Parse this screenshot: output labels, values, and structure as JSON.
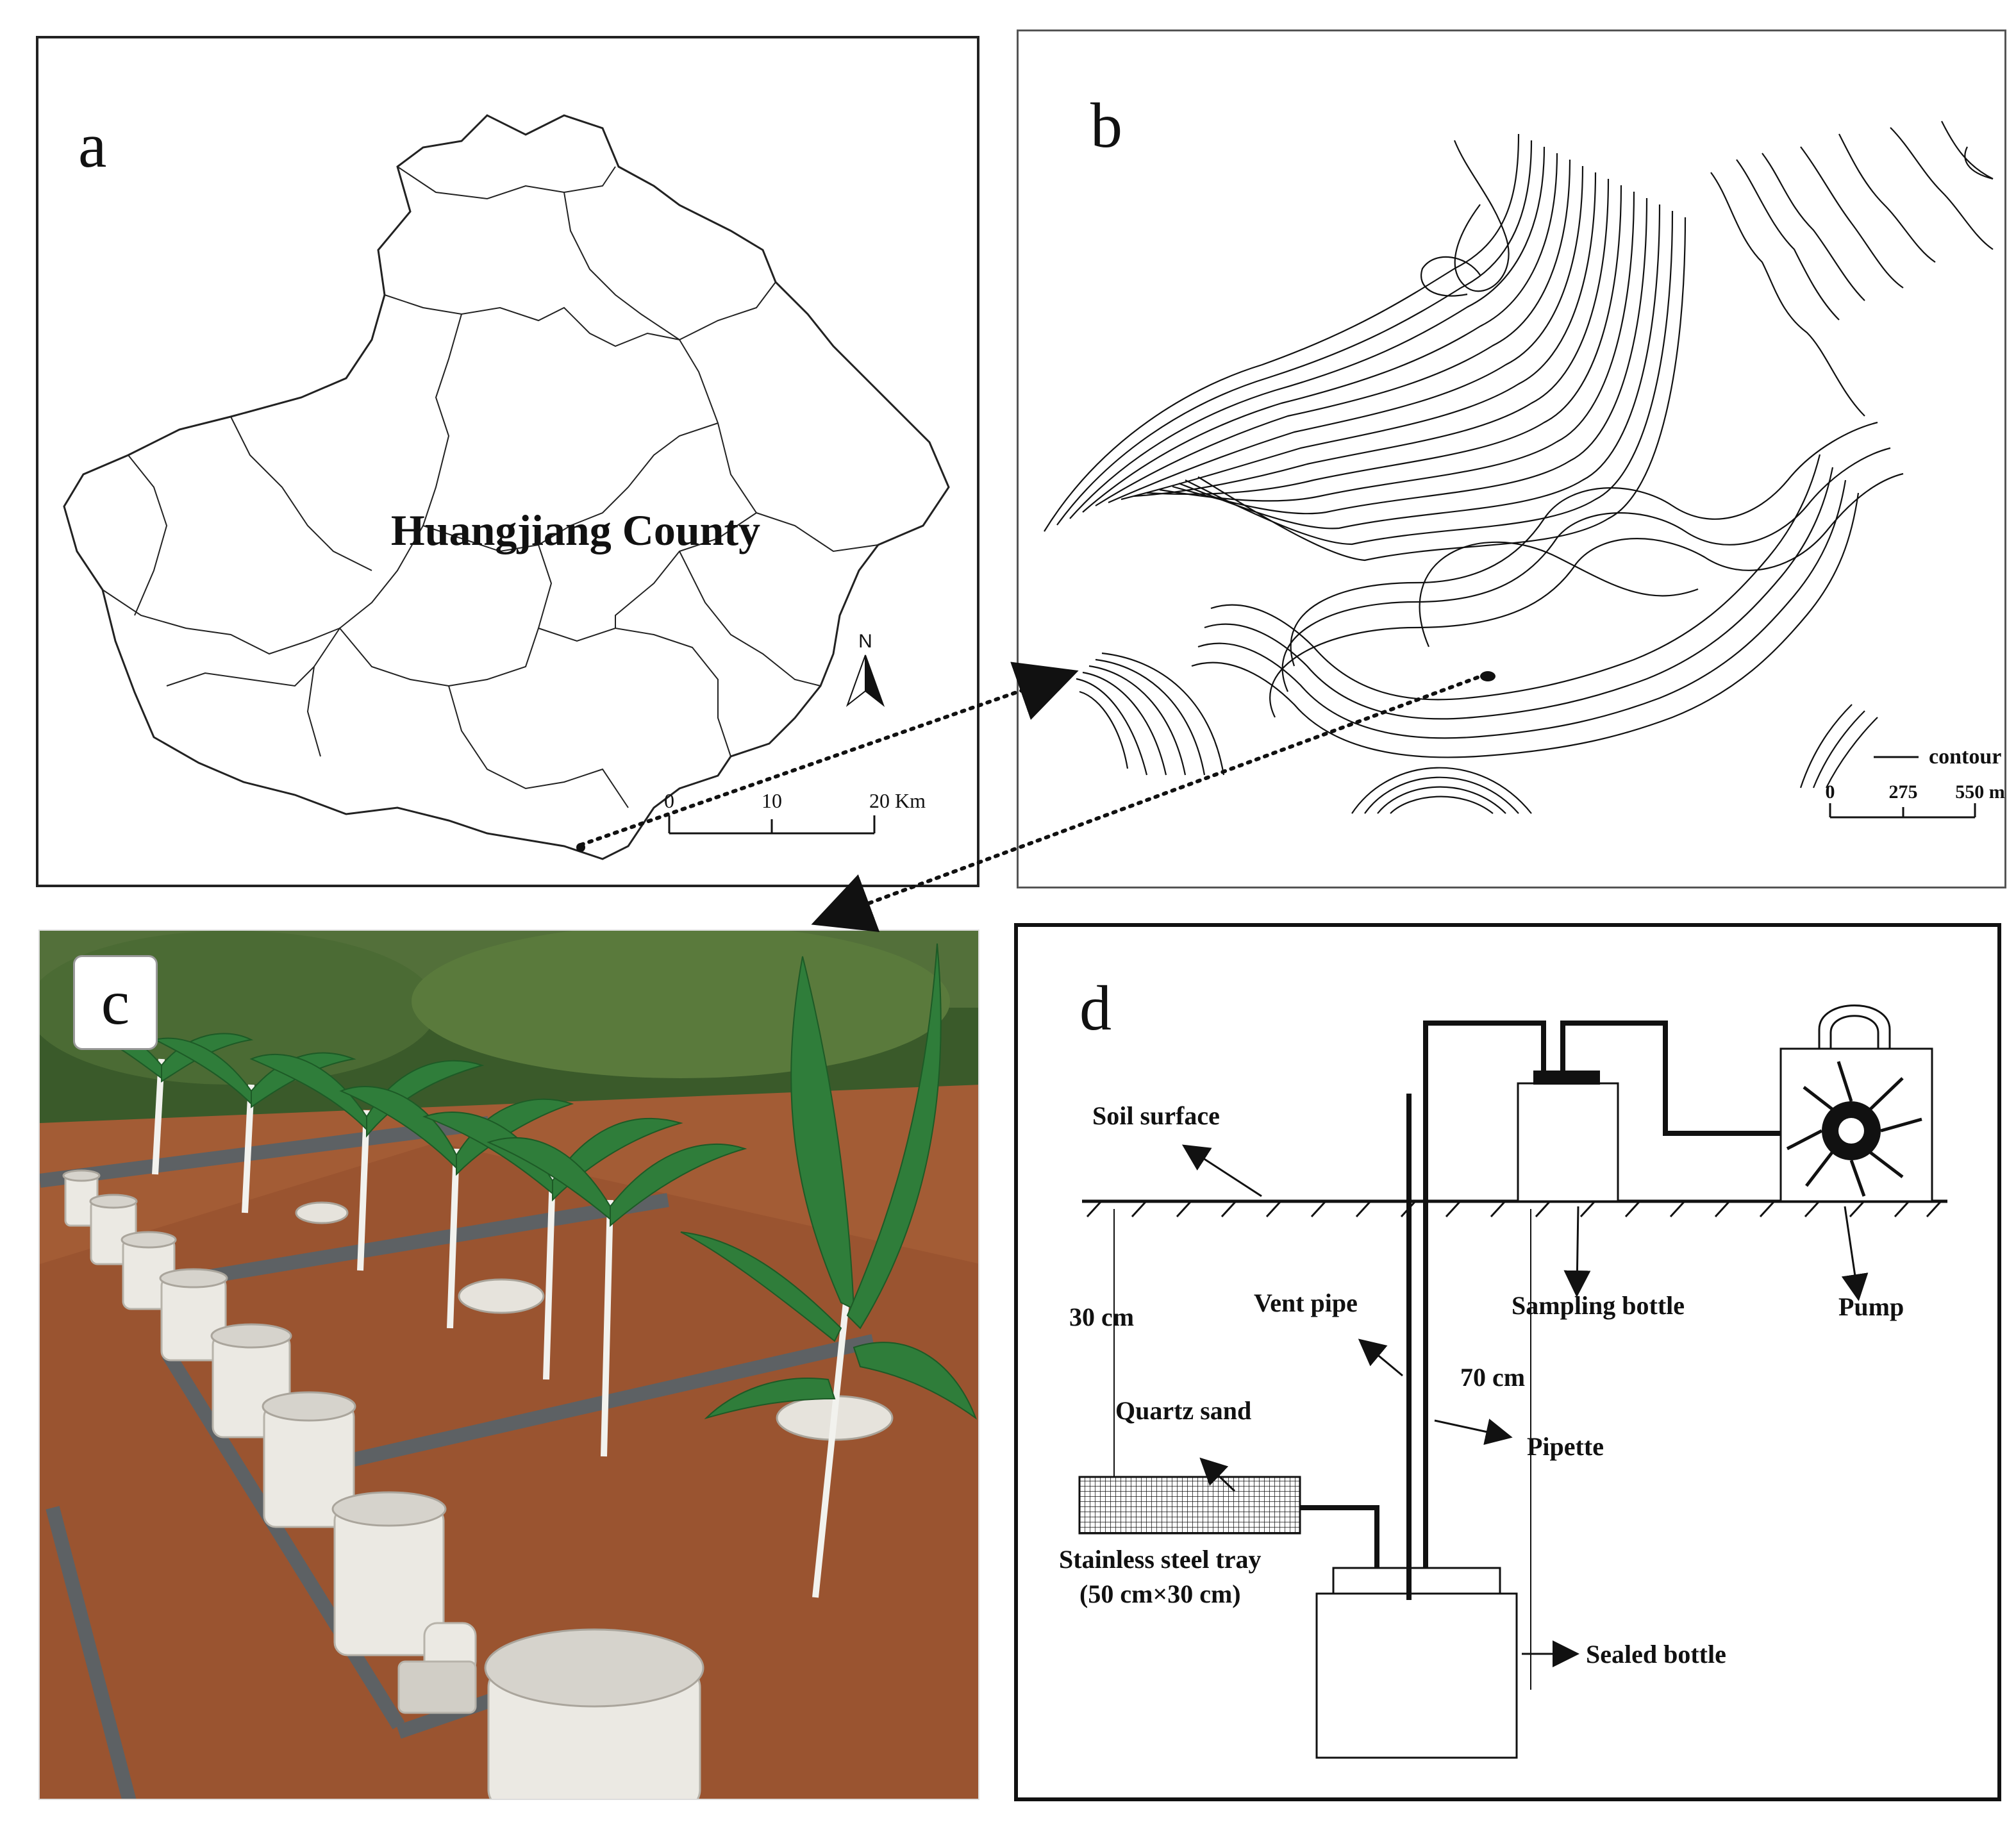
{
  "panel_a": {
    "letter": "a",
    "region_name": "Huangjiang County",
    "north_label": "N",
    "scale_ticks": [
      "0",
      "10",
      "20 Km"
    ]
  },
  "panel_b": {
    "letter": "b",
    "legend_label": "contour",
    "scale_ticks": [
      "0",
      "275",
      "550 m"
    ]
  },
  "panel_c": {
    "letter": "c"
  },
  "panel_d": {
    "letter": "d",
    "labels": {
      "soil_surface": "Soil surface",
      "sampling_bottle": "Sampling bottle",
      "pump": "Pump",
      "vent_pipe": "Vent pipe",
      "depth_30": "30 cm",
      "depth_70": "70 cm",
      "quartz_sand": "Quartz sand",
      "pipette": "Pipette",
      "tray_line1": "Stainless steel tray",
      "tray_line2": "(50 cm×30 cm)",
      "sealed_bottle": "Sealed bottle"
    }
  },
  "colors": {
    "line": "#111111",
    "soil": "#9c5a34",
    "foliage": "#2f7d3a",
    "pvc": "#e8e6e0"
  }
}
